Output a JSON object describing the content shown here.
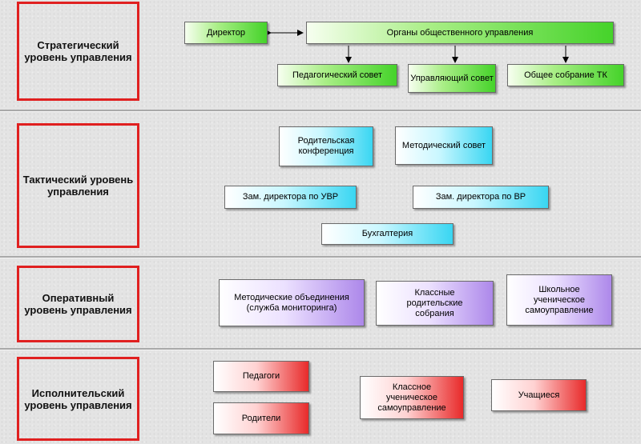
{
  "levels": [
    {
      "label": "Стратегический уровень управления"
    },
    {
      "label": "Тактический уровень управления"
    },
    {
      "label": "Оперативный уровень управления"
    },
    {
      "label": "Исполнительский уровень управления"
    }
  ],
  "strategic": {
    "director": "Директор",
    "public_bodies": "Органы общественного управления",
    "pedagogical_council": "Педагогический совет",
    "governing_council": "Управляющий совет",
    "general_meeting": "Общее собрание ТК"
  },
  "tactical": {
    "parent_conference": "Родительская конференция",
    "methodical_council": "Методический совет",
    "deputy_uvr": "Зам. директора по УВР",
    "deputy_vr": "Зам. директора по ВР",
    "accounting": "Бухгалтерия"
  },
  "operative": {
    "method_associations": "Методические объединения (служба мониторинга)",
    "class_parent_meetings": "Классные родительские собрания",
    "school_self_government": "Школьное ученическое самоуправление"
  },
  "executive": {
    "teachers": "Педагоги",
    "parents": "Родители",
    "class_self_government": "Классное ученическое самоуправление",
    "students": "Учащиеся"
  }
}
